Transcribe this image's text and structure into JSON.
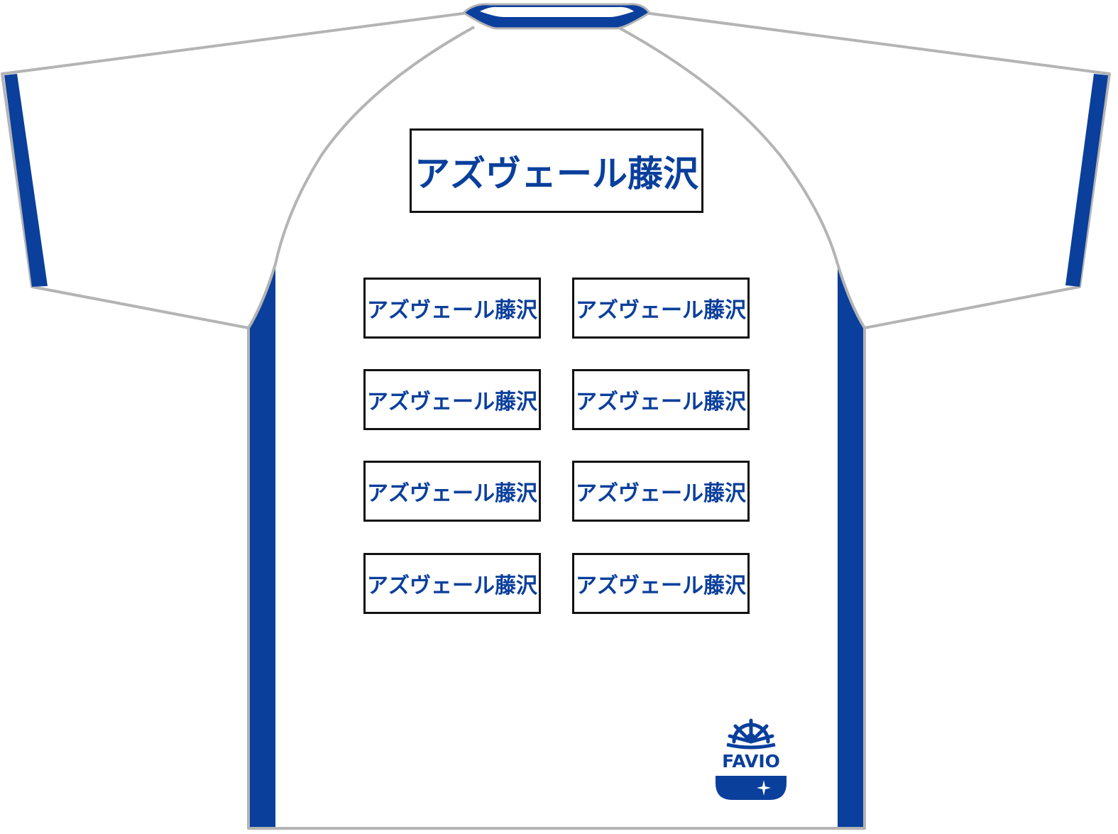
{
  "colors": {
    "accent": "#0a3f9c",
    "outline": "#b4b4b4",
    "box_border": "#111111",
    "fabric": "#ffffff"
  },
  "back_print": {
    "main_label": "アズヴェール藤沢",
    "grid_labels": [
      "アズヴェール藤沢",
      "アズヴェール藤沢",
      "アズヴェール藤沢",
      "アズヴェール藤沢",
      "アズヴェール藤沢",
      "アズヴェール藤沢",
      "アズヴェール藤沢",
      "アズヴェール藤沢"
    ]
  },
  "brand": {
    "name": "FAVIO",
    "icon": "ship-wheel-icon"
  }
}
